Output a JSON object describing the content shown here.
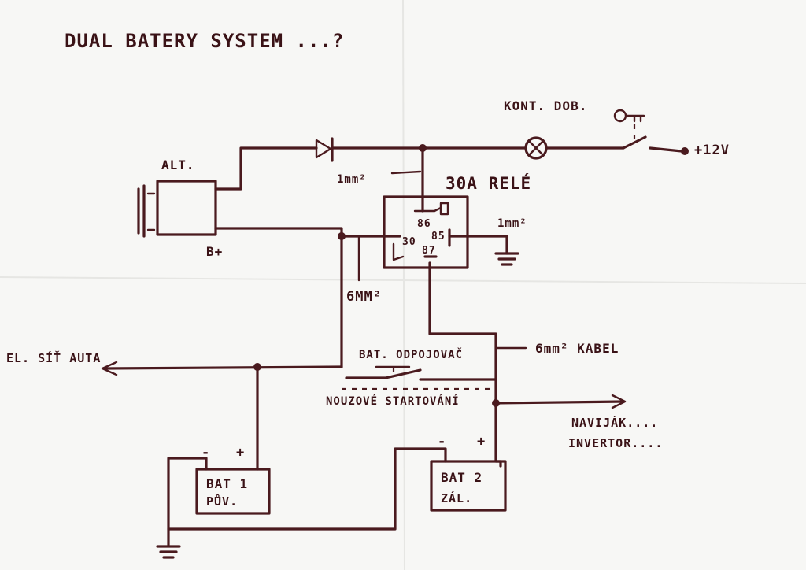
{
  "diagram": {
    "title": "DUAL BATERY SYSTEM ...?",
    "labels": {
      "alternator": "ALT.",
      "b_plus": "B+",
      "warning_lamp": "KONT. DOB.",
      "supply": "+12V",
      "signal_wire": "1mm²",
      "relay": "30A RELÉ",
      "ground_wire": "1mm²",
      "pin_86": "86",
      "pin_85": "85",
      "pin_30": "30",
      "pin_87": "87",
      "main_wire": "6MM²",
      "disconnector": "BAT. ODPOJOVAČ",
      "cable": "6mm² KABEL",
      "car_network": "EL. SÍŤ AUTA",
      "emergency_start": "NOUZOVÉ STARTOVÁNÍ",
      "winch": "NAVIJÁK....",
      "inverter": "INVERTOR....",
      "bat1_line1": "BAT 1",
      "bat1_line2": "PŮV.",
      "bat2_line1": "BAT 2",
      "bat2_line2": "ZÁL.",
      "minus": "-",
      "plus": "+"
    }
  }
}
